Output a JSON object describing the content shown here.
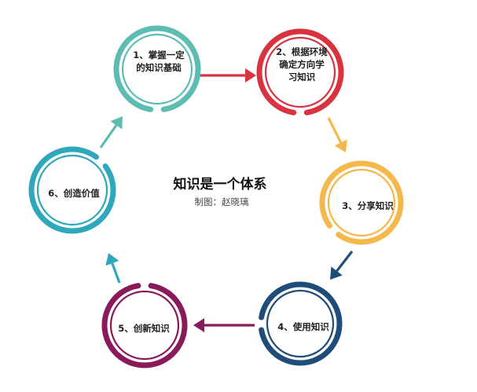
{
  "title": "知识是一个体系",
  "subtitle": "制图：赵晓璃",
  "steps": [
    {
      "lines": [
        "1、掌握一定",
        "的知识基础"
      ],
      "color": "#5dbdb3"
    },
    {
      "lines": [
        "2、根据环境",
        "确定方向学",
        "习知识"
      ],
      "color": "#d8333f"
    },
    {
      "lines": [
        "3、分享知识"
      ],
      "color": "#f6b84a"
    },
    {
      "lines": [
        "4、使用知识"
      ],
      "color": "#1e4e78"
    },
    {
      "lines": [
        "5、创新知识"
      ],
      "color": "#8a1a5a"
    },
    {
      "lines": [
        "6、创造价值"
      ],
      "color": "#2fa7bc"
    }
  ]
}
